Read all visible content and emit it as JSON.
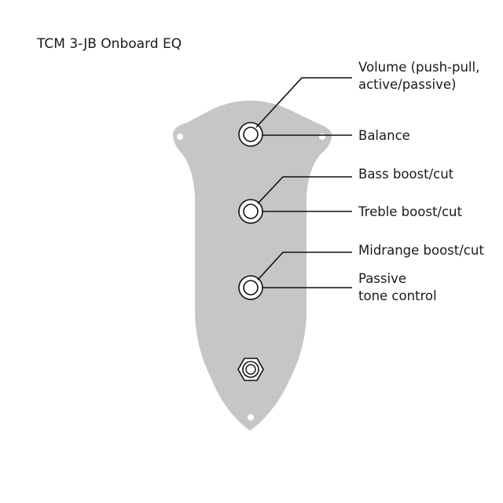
{
  "title": "TCM 3-JB Onboard EQ",
  "labels": {
    "volume_line1": "Volume (push-pull,",
    "volume_line2": "active/passive)",
    "balance": "Balance",
    "bass": "Bass boost/cut",
    "treble": "Treble boost/cut",
    "midrange": "Midrange boost/cut",
    "passive_line1": "Passive",
    "passive_line2": "tone control"
  },
  "colors": {
    "plate": "#c6c6c6",
    "line": "#111111",
    "text": "#1a1a1a"
  }
}
